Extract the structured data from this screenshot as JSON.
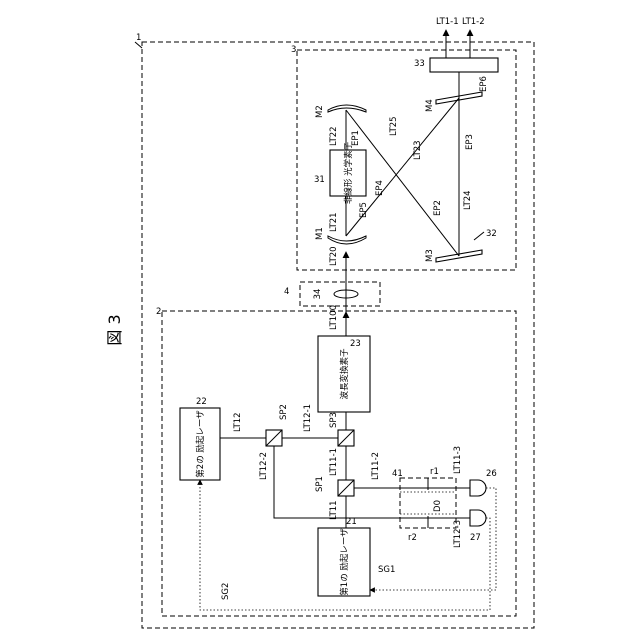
{
  "figure": {
    "caption": "図 3",
    "system_ref": "1",
    "unit2_ref": "2",
    "unit3_ref": "3",
    "unit4_ref": "4"
  },
  "blocks": {
    "laser1": {
      "ref": "21",
      "text": "第1の 励起レーザ"
    },
    "laser2": {
      "ref": "22",
      "text": "第2の 励起レーザ"
    },
    "wavelength_converter": {
      "ref": "23",
      "text": "波長変換素子"
    },
    "nonlinear_element": {
      "ref": "31",
      "text": "非線形 光学素子"
    },
    "optical_element_33": {
      "ref": "33"
    },
    "lens": {
      "ref": "34"
    },
    "sensor_26": {
      "ref": "26"
    },
    "sensor_27": {
      "ref": "27"
    }
  },
  "splitters": [
    "SP1",
    "SP2",
    "SP3"
  ],
  "mirrors": [
    "M1",
    "M2",
    "M3",
    "M4"
  ],
  "beam_labels": {
    "lt11": "LT11",
    "lt11_1": "LT11-1",
    "lt11_2": "LT11-2",
    "lt11_3": "LT11-3",
    "lt12": "LT12",
    "lt12_1": "LT12-1",
    "lt12_2": "LT12-2",
    "lt12_3": "LT12-3",
    "lt100": "LT100",
    "lt20": "LT20",
    "lt21": "LT21",
    "lt22": "LT22",
    "lt23": "LT23",
    "lt24": "LT24",
    "lt25": "LT25",
    "lt1_1": "LT1-1",
    "lt1_2": "LT1-2"
  },
  "points": [
    "EP1",
    "EP2",
    "EP3",
    "EP4",
    "EP5",
    "EP6"
  ],
  "signals": {
    "sg1": "SG1",
    "sg2": "SG2"
  },
  "misc": {
    "ref32": "32",
    "ref41": "41",
    "r1": "r1",
    "r2": "r2",
    "d0": "D0"
  }
}
